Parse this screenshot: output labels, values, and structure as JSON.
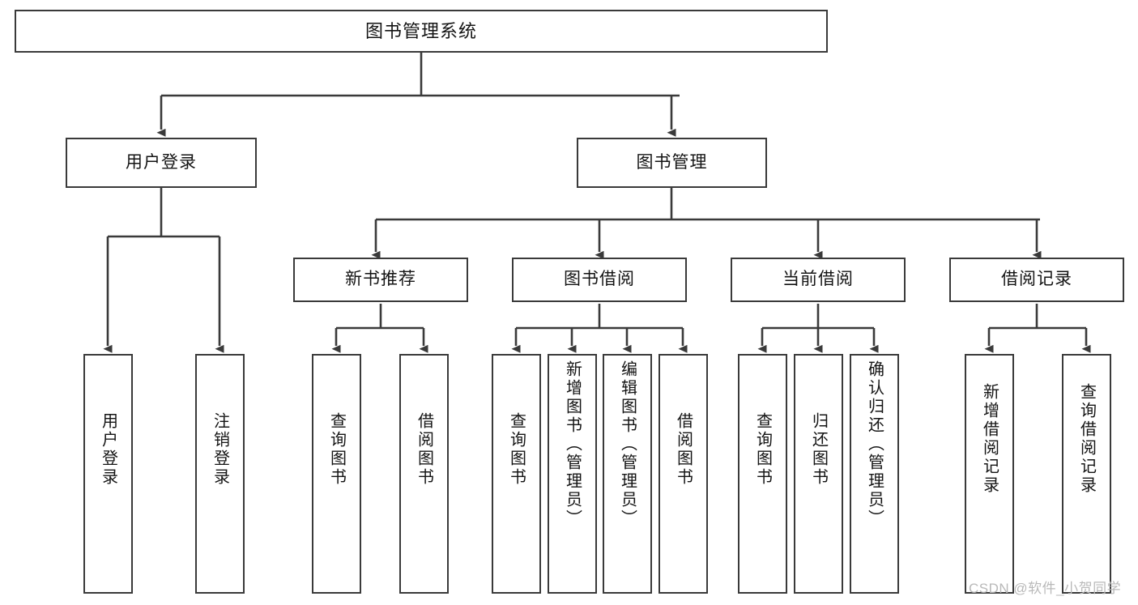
{
  "diagram": {
    "title": "图书管理系统",
    "type": "hierarchy-tree",
    "nodes": {
      "root": {
        "label": "图书管理系统",
        "level": 1
      },
      "l2": [
        {
          "id": "user-login",
          "label": "用户登录"
        },
        {
          "id": "book-manage",
          "label": "图书管理"
        }
      ],
      "l3": [
        {
          "id": "new-book-recommend",
          "label": "新书推荐",
          "parent": "book-manage"
        },
        {
          "id": "book-borrow",
          "label": "图书借阅",
          "parent": "book-manage"
        },
        {
          "id": "current-borrow",
          "label": "当前借阅",
          "parent": "book-manage"
        },
        {
          "id": "borrow-record",
          "label": "借阅记录",
          "parent": "book-manage"
        }
      ],
      "leaves": [
        {
          "id": "leaf-user-login",
          "label": "用户登录",
          "parent": "user-login"
        },
        {
          "id": "leaf-logout-login",
          "label": "注销登录",
          "parent": "user-login"
        },
        {
          "id": "leaf-query-book-1",
          "label": "查询图书",
          "parent": "new-book-recommend"
        },
        {
          "id": "leaf-borrow-book-1",
          "label": "借阅图书",
          "parent": "new-book-recommend"
        },
        {
          "id": "leaf-query-book-2",
          "label": "查询图书",
          "parent": "book-borrow"
        },
        {
          "id": "leaf-add-book",
          "label": "新增图书（管理员）",
          "parent": "book-borrow"
        },
        {
          "id": "leaf-edit-book",
          "label": "编辑图书（管理员）",
          "parent": "book-borrow"
        },
        {
          "id": "leaf-borrow-book-2",
          "label": "借阅图书",
          "parent": "book-borrow"
        },
        {
          "id": "leaf-query-book-3",
          "label": "查询图书",
          "parent": "current-borrow"
        },
        {
          "id": "leaf-return-book",
          "label": "归还图书",
          "parent": "current-borrow"
        },
        {
          "id": "leaf-confirm-return",
          "label": "确认归还（管理员）",
          "parent": "current-borrow"
        },
        {
          "id": "leaf-add-record",
          "label": "新增借阅记录",
          "parent": "borrow-record"
        },
        {
          "id": "leaf-query-record",
          "label": "查询借阅记录",
          "parent": "borrow-record"
        }
      ]
    },
    "watermark": "CSDN @软件_小贺同学",
    "colors": {
      "stroke": "#3a3a3a",
      "text": "#141414",
      "background": "#ffffff",
      "watermark": "#b9b9b9"
    }
  }
}
